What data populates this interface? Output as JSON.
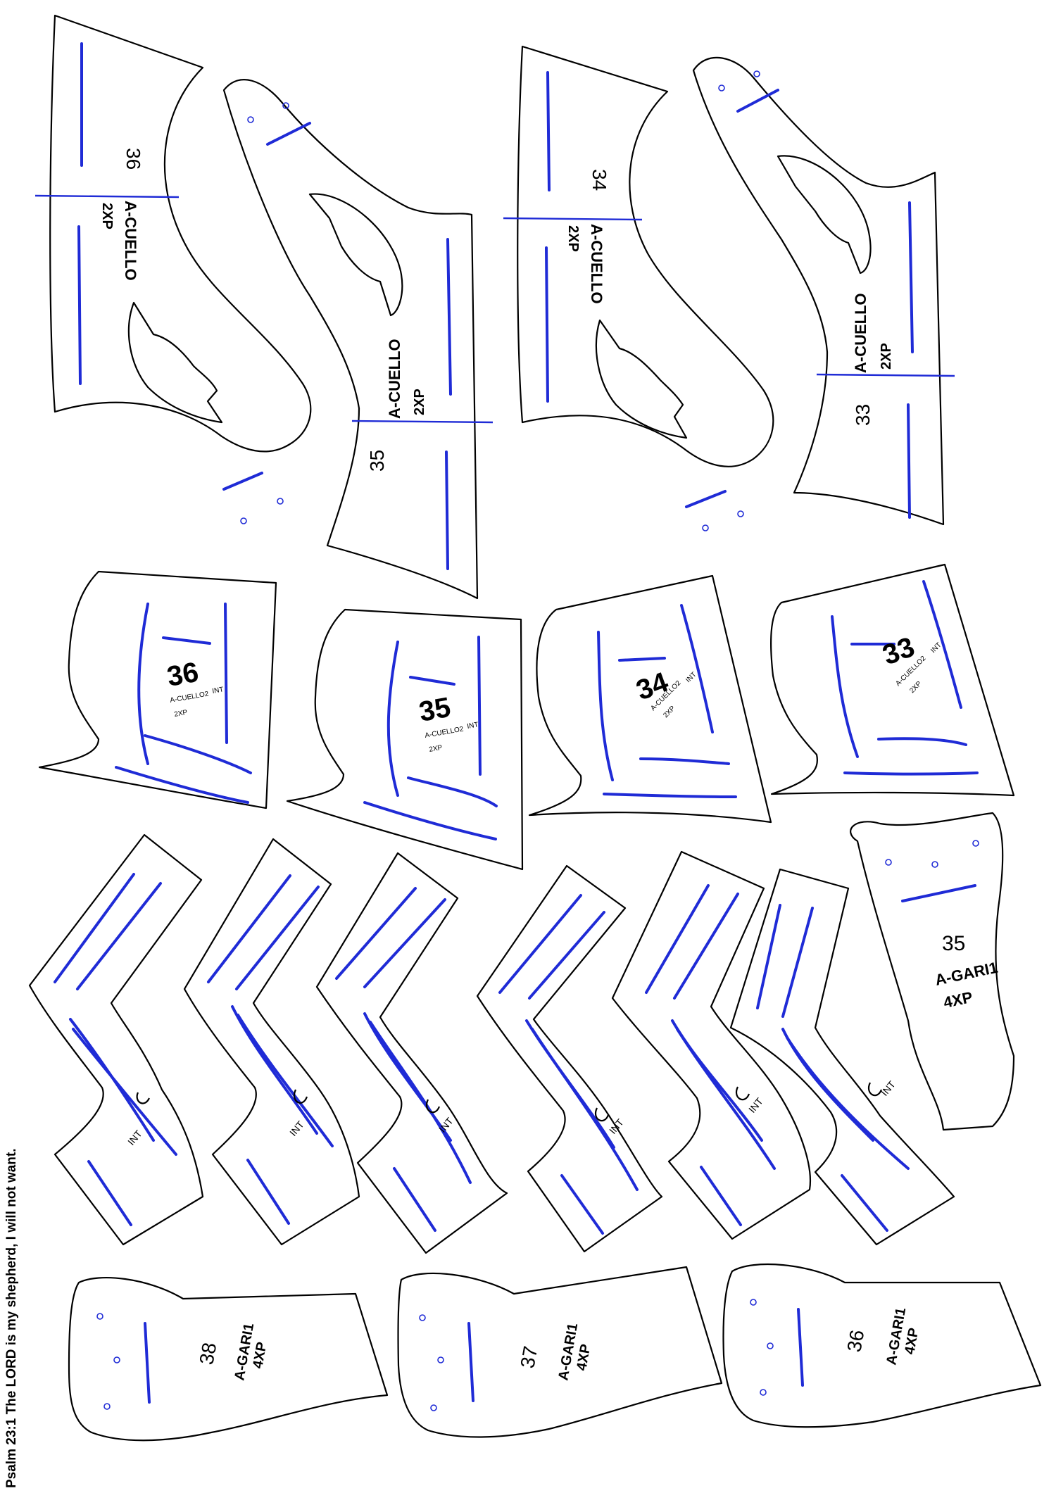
{
  "colors": {
    "outline": "#000000",
    "seam": "#1f2bd6",
    "background": "#ffffff"
  },
  "verse": "Psalm 23:1 The LORD is my shepherd, I will not want.",
  "pieces": [
    {
      "id": "cuello-36",
      "labels": [
        "36",
        "A-CUELLO",
        "2XP"
      ]
    },
    {
      "id": "cuello-35",
      "labels": [
        "35",
        "A-CUELLO",
        "2XP"
      ]
    },
    {
      "id": "cuello-34",
      "labels": [
        "34",
        "A-CUELLO",
        "2XP"
      ]
    },
    {
      "id": "cuello-33",
      "labels": [
        "33",
        "A-CUELLO",
        "2XP"
      ]
    },
    {
      "id": "cuello2-36",
      "labels": [
        "36",
        "A-CUELLO2",
        "INT",
        "2XP"
      ]
    },
    {
      "id": "cuello2-35",
      "labels": [
        "35",
        "A-CUELLO2",
        "INT",
        "2XP"
      ]
    },
    {
      "id": "cuello2-34",
      "labels": [
        "34",
        "A-CUELLO2",
        "INT",
        "2XP"
      ]
    },
    {
      "id": "cuello2-33",
      "labels": [
        "33",
        "A-CUELLO2",
        "INT",
        "2XP"
      ]
    },
    {
      "id": "gari-35",
      "labels": [
        "35",
        "A-GARI1",
        "4XP"
      ]
    },
    {
      "id": "gari-38",
      "labels": [
        "38",
        "A-GARI1",
        "4XP"
      ]
    },
    {
      "id": "gari-37",
      "labels": [
        "37",
        "A-GARI1",
        "4XP"
      ]
    },
    {
      "id": "gari-36",
      "labels": [
        "36",
        "A-GARI1",
        "4XP"
      ]
    }
  ],
  "int_label": "INT"
}
